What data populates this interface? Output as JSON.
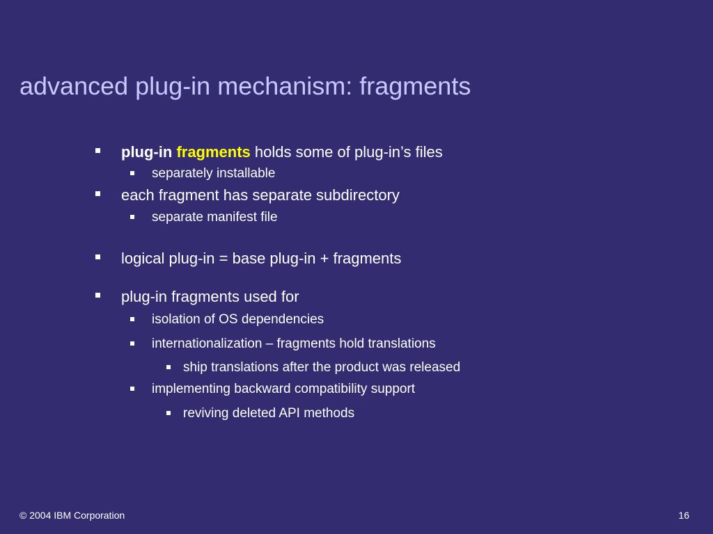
{
  "slide": {
    "title": "advanced plug-in mechanism: fragments",
    "bullets": {
      "b1": {
        "bold": "plug-in",
        "highlight": "fragments",
        "rest": " holds some of plug-in’s files"
      },
      "b1_1": "separately installable",
      "b2": "each fragment has separate subdirectory",
      "b2_1": "separate manifest file",
      "b3": "logical plug-in = base plug-in + fragments",
      "b4": "plug-in fragments used for",
      "b4_1": "isolation of OS dependencies",
      "b4_2": "internationalization – fragments hold translations",
      "b4_2_1": "ship translations after the product was released",
      "b4_3": "implementing backward compatibility support",
      "b4_3_1": "reviving deleted API methods"
    }
  },
  "footer": {
    "copyright": "© 2004 IBM Corporation",
    "page_number": "16"
  },
  "colors": {
    "background": "#332c70",
    "title": "#c9c9ff",
    "text": "#ffffff",
    "highlight": "#ffff00"
  }
}
